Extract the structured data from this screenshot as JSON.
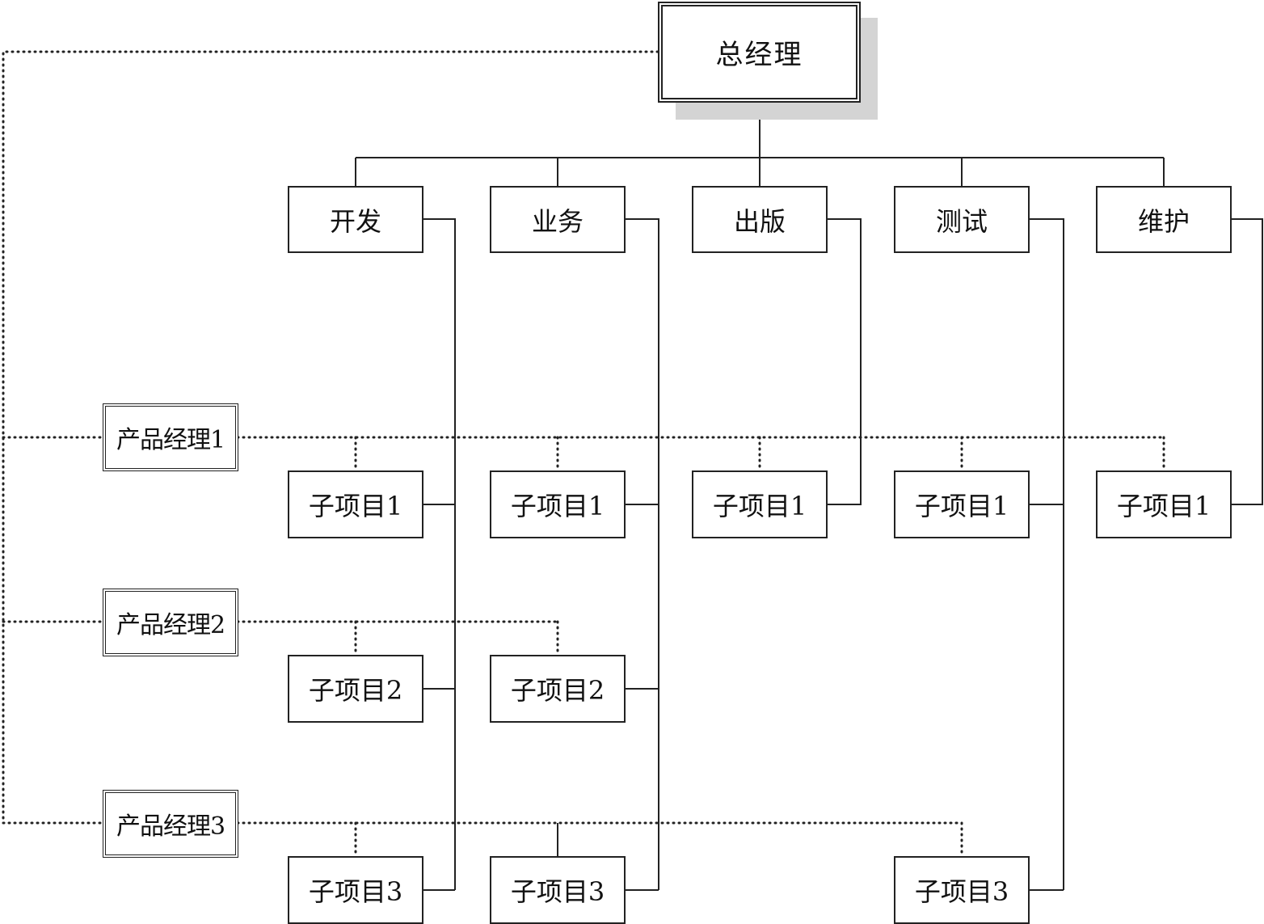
{
  "general_manager": "总经理",
  "departments": [
    {
      "id": "kaifa",
      "label": "开发"
    },
    {
      "id": "yewu",
      "label": "业务"
    },
    {
      "id": "chuban",
      "label": "出版"
    },
    {
      "id": "ceshi",
      "label": "测试"
    },
    {
      "id": "weihu",
      "label": "维护"
    }
  ],
  "product_managers": [
    {
      "label": "产品经理1"
    },
    {
      "label": "产品经理2"
    },
    {
      "label": "产品经理3"
    }
  ],
  "subprojects": {
    "row1": [
      "子项目1",
      "子项目1",
      "子项目1",
      "子项目1",
      "子项目1"
    ],
    "row2": [
      "子项目2",
      "子项目2"
    ],
    "row3": [
      "子项目3",
      "子项目3",
      "子项目3"
    ]
  }
}
